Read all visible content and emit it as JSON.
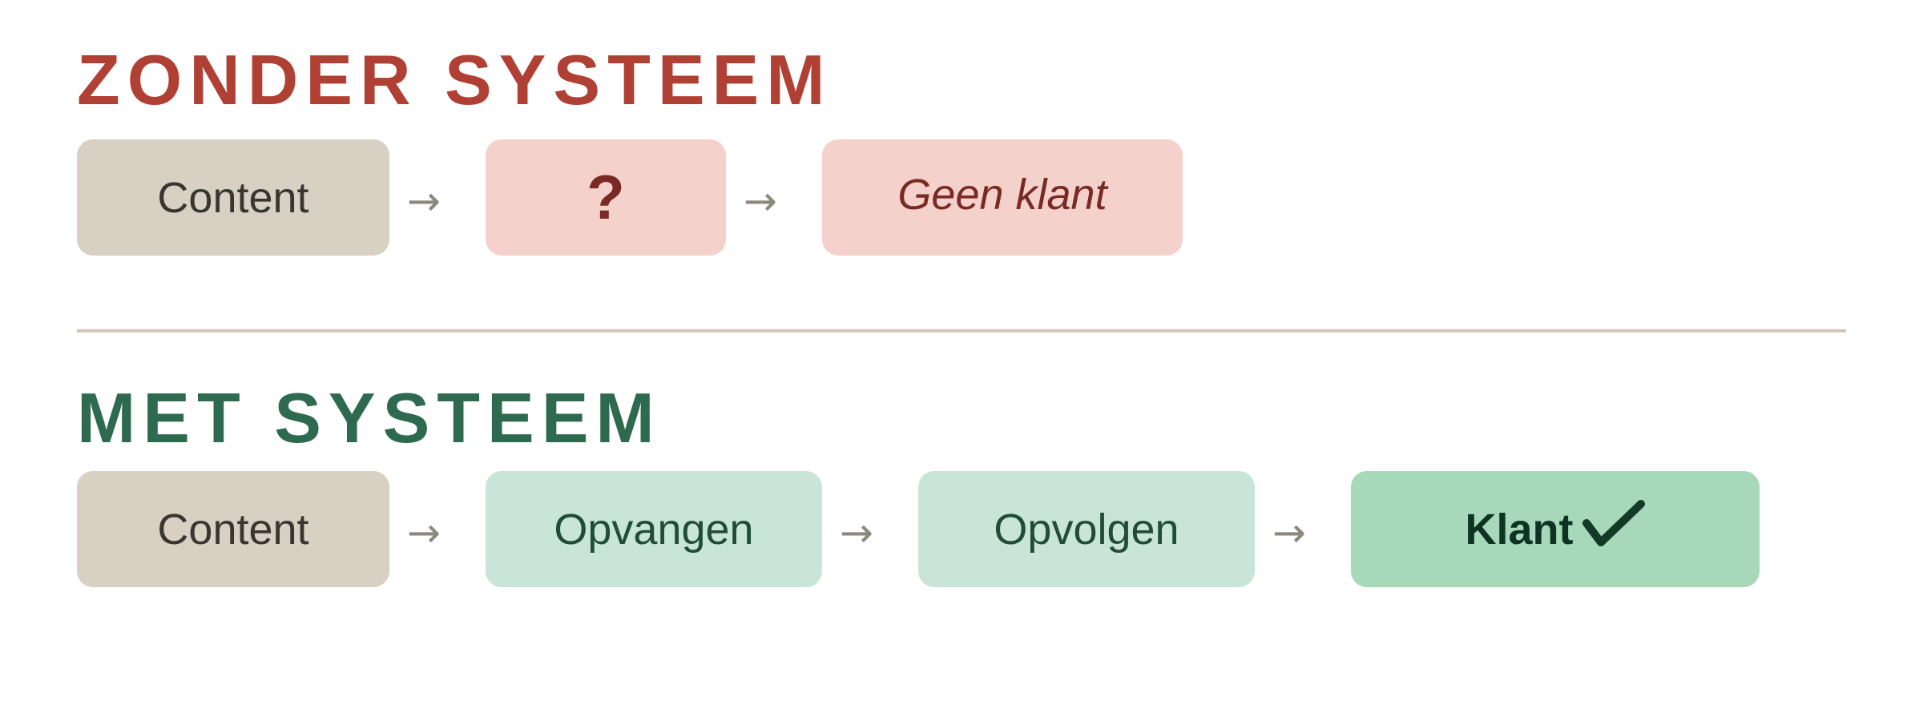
{
  "zonder": {
    "title": "ZONDER SYSTEEM",
    "steps": [
      "Content",
      "?",
      "Geen klant"
    ]
  },
  "met": {
    "title": "MET SYSTEEM",
    "steps": [
      "Content",
      "Opvangen",
      "Opvolgen",
      "Klant"
    ],
    "final_icon": "checkmark-icon"
  },
  "arrow_glyph": "→",
  "colors": {
    "zonder_title": "#b03f34",
    "met_title": "#2e6a50",
    "content_box": "#d7d0c3",
    "negative_box": "#f5d1cc",
    "step_box": "#c8e5d7",
    "success_box": "#a6d8b9",
    "divider": "#d3c8b8"
  }
}
